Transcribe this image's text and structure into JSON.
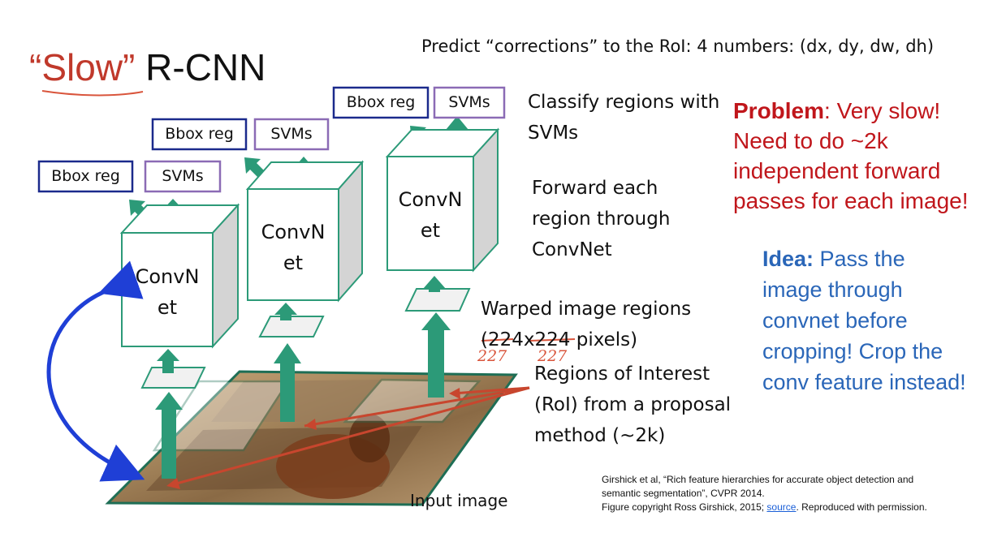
{
  "title": {
    "quote_open": "“",
    "slow": "Slow",
    "quote_close": "”",
    "rest": " R-CNN"
  },
  "predict_caption": "Predict “corrections” to the RoI: 4 numbers: (dx, dy, dw, dh)",
  "classify_caption": [
    "Classify regions with",
    "SVMs"
  ],
  "forward_caption": [
    "Forward each",
    "region through",
    "ConvNet"
  ],
  "warped_caption": {
    "line1": "Warped image regions",
    "line2_prefix": "(",
    "struck_left": "224",
    "times": "x",
    "struck_right": "224",
    "line2_suffix": " pixels)"
  },
  "warped_handwritten": {
    "left": "227",
    "right": "227"
  },
  "roi_caption": [
    "Regions of Interest",
    "(RoI) from a proposal",
    "method (~2k)"
  ],
  "input_caption": "Input image",
  "problem": {
    "bold": "Problem",
    "lines": [
      ": Very slow!",
      "Need to do ~2k",
      "independent forward",
      "passes for each image!"
    ]
  },
  "idea": {
    "bold": "Idea:",
    "lines": [
      " Pass the",
      "image through",
      "convnet before",
      "cropping! Crop the",
      "conv feature instead!"
    ]
  },
  "citation": {
    "line1": "Girshick et al, “Rich feature hierarchies for accurate object detection and",
    "line2": "semantic segmentation”, CVPR 2014.",
    "line3_prefix": "Figure copyright Ross Girshick, 2015; ",
    "link": "source",
    "line3_suffix": ". Reproduced with permission."
  },
  "columns": [
    {
      "bbox_label": "Bbox reg",
      "svm_label": "SVMs",
      "convnet_lines": [
        "ConvN",
        "et"
      ]
    },
    {
      "bbox_label": "Bbox reg",
      "svm_label": "SVMs",
      "convnet_lines": [
        "ConvN",
        "et"
      ]
    },
    {
      "bbox_label": "Bbox reg",
      "svm_label": "SVMs",
      "convnet_lines": [
        "ConvN",
        "et"
      ]
    }
  ],
  "colors": {
    "green": "#2c9a78",
    "green_edge": "#1e6e55",
    "bbox_border": "#1b2a8c",
    "svm_border": "#8b6bb5",
    "blue_arrow": "#1f3fd6",
    "red_arrow": "#c8462e",
    "annotation": "#d9553c",
    "problem": "#c0161b",
    "idea": "#2a66b8"
  }
}
